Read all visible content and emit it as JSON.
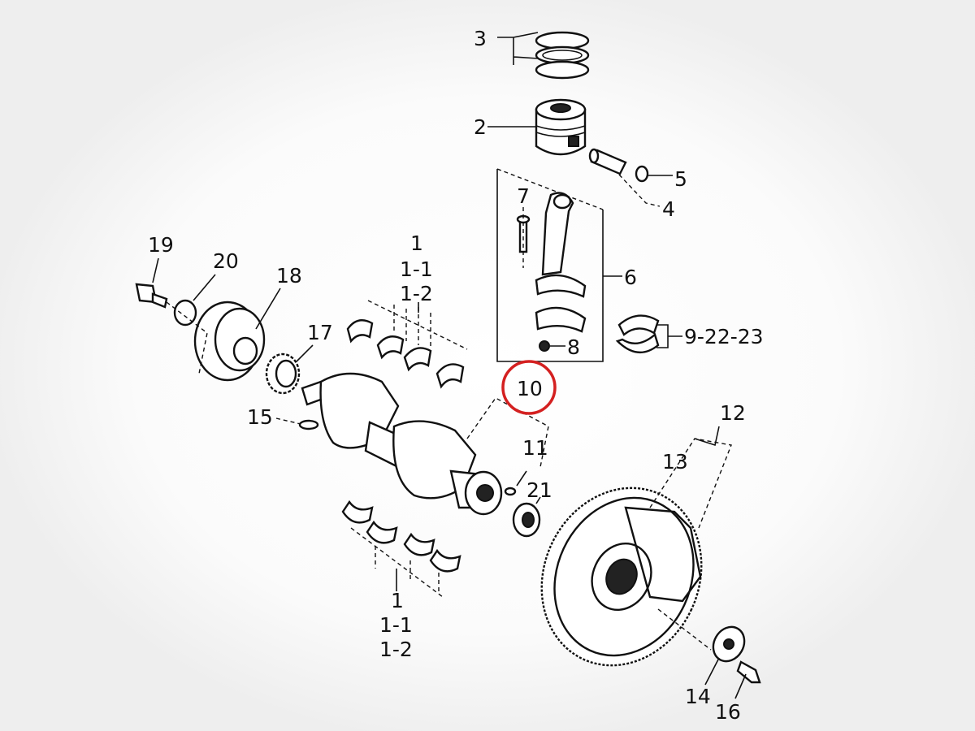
{
  "diagram": {
    "title": "Crankshaft and piston exploded parts diagram",
    "highlight_color": "#d42020",
    "highlighted_part": "10",
    "labels": {
      "p1_top": "1",
      "p1_1_top": "1-1",
      "p1_2_top": "1-2",
      "p1_bot": "1",
      "p1_1_bot": "1-1",
      "p1_2_bot": "1-2",
      "p2": "2",
      "p3": "3",
      "p4": "4",
      "p5": "5",
      "p6": "6",
      "p7": "7",
      "p8": "8",
      "p9": "9-22-23",
      "p10": "10",
      "p11": "11",
      "p12": "12",
      "p13": "13",
      "p14": "14",
      "p15": "15",
      "p16": "16",
      "p17": "17",
      "p18": "18",
      "p19": "19",
      "p20": "20",
      "p21": "21"
    }
  }
}
